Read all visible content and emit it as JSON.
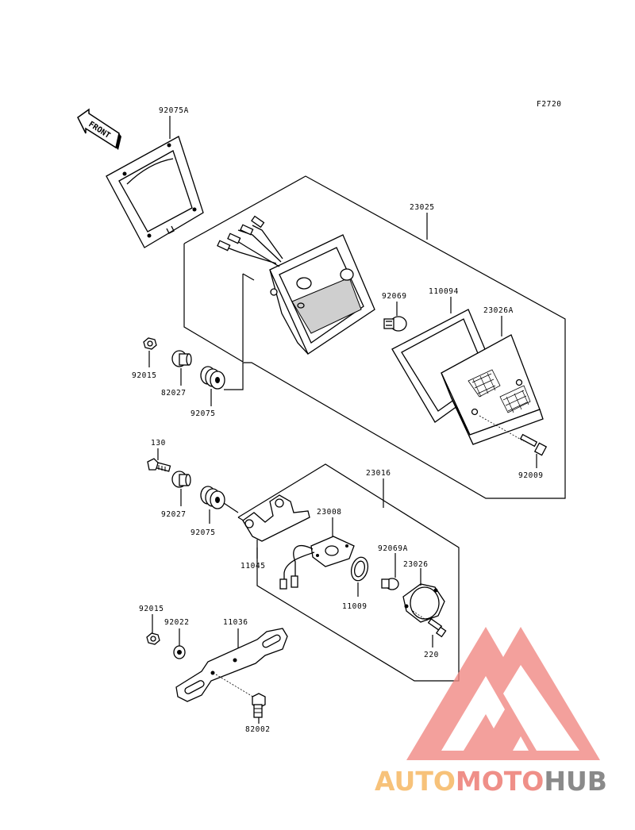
{
  "figure_code": "F2720",
  "front_label": "FRONT",
  "parts": {
    "p92075A": "92075A",
    "p23025": "23025",
    "p92069": "92069",
    "p110094": "110094",
    "p23026A": "23026A",
    "p92009": "92009",
    "p92015_top": "92015",
    "p82027_top": "82027",
    "p92075_top": "92075",
    "p130": "130",
    "p92027": "92027",
    "p92075_mid": "92075",
    "p23016": "23016",
    "p23008": "23008",
    "p11045": "11045",
    "p92069A": "92069A",
    "p23026": "23026",
    "p11009": "11009",
    "p220": "220",
    "p92015_bot": "92015",
    "p92022": "92022",
    "p11036": "11036",
    "p82002": "82002"
  },
  "watermark": {
    "part1": "AUTO",
    "part2": "MOTO",
    "part3": "HUB",
    "color1": "#f7c27a",
    "color2": "#ef8f88",
    "color3": "#8a8a8a",
    "logo_color": "#f08a84"
  }
}
